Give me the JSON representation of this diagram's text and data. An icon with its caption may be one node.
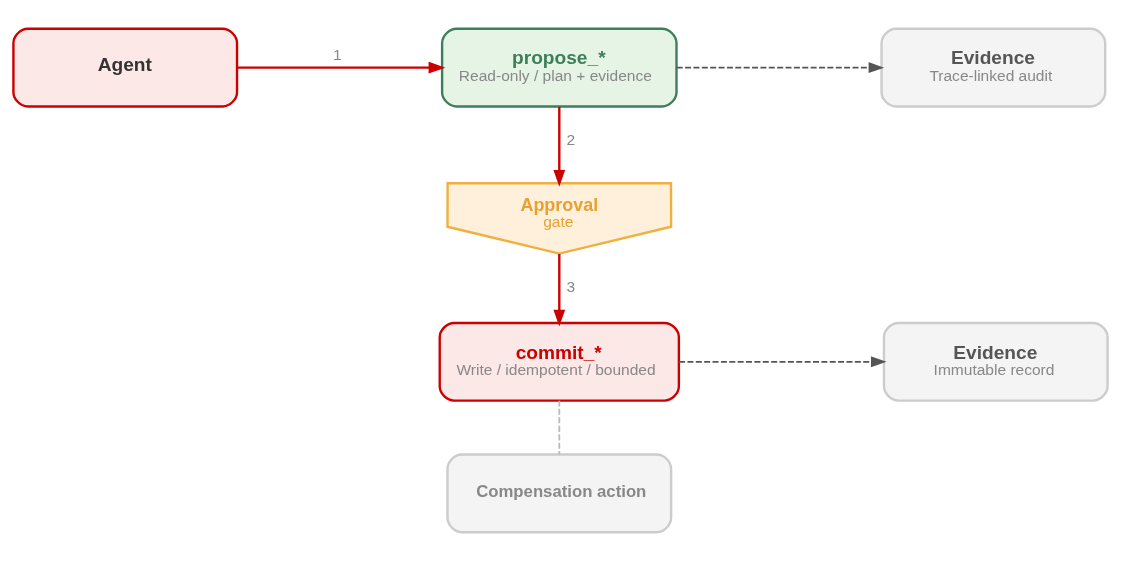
{
  "diagram": {
    "nodes": [
      {
        "text": [
          "Agent"
        ]
      },
      {
        "text": [
          "propose_*",
          "Read-only / plan + evidence"
        ]
      },
      {
        "text": [
          "Evidence",
          "Trace-linked audit"
        ]
      },
      {
        "text": [
          "Approval",
          "gate"
        ]
      },
      {
        "text": [
          "commit_*",
          "Write / idempotent / bounded"
        ]
      },
      {
        "text": [
          "Evidence",
          "Immutable record"
        ]
      },
      {
        "text": [
          "Compensation action"
        ]
      }
    ],
    "edges": [
      {
        "from": 0,
        "to": 1,
        "arrow": "to",
        "label": "1",
        "color": "#cc0000"
      },
      {
        "from": 1,
        "to": 2,
        "arrow": "to",
        "style": "dashed",
        "color": "#555555"
      },
      {
        "from": 1,
        "to": 3,
        "arrow": "to",
        "label": "2",
        "color": "#cc0000"
      },
      {
        "from": 3,
        "to": 4,
        "arrow": "to",
        "label": "3",
        "color": "#cc0000"
      },
      {
        "from": 4,
        "to": 5,
        "arrow": "to",
        "style": "dashed",
        "color": "#555555"
      },
      {
        "from": 4,
        "to": 6,
        "arrow": "none",
        "style": "dashed",
        "color": "#bbbbbb"
      }
    ]
  }
}
